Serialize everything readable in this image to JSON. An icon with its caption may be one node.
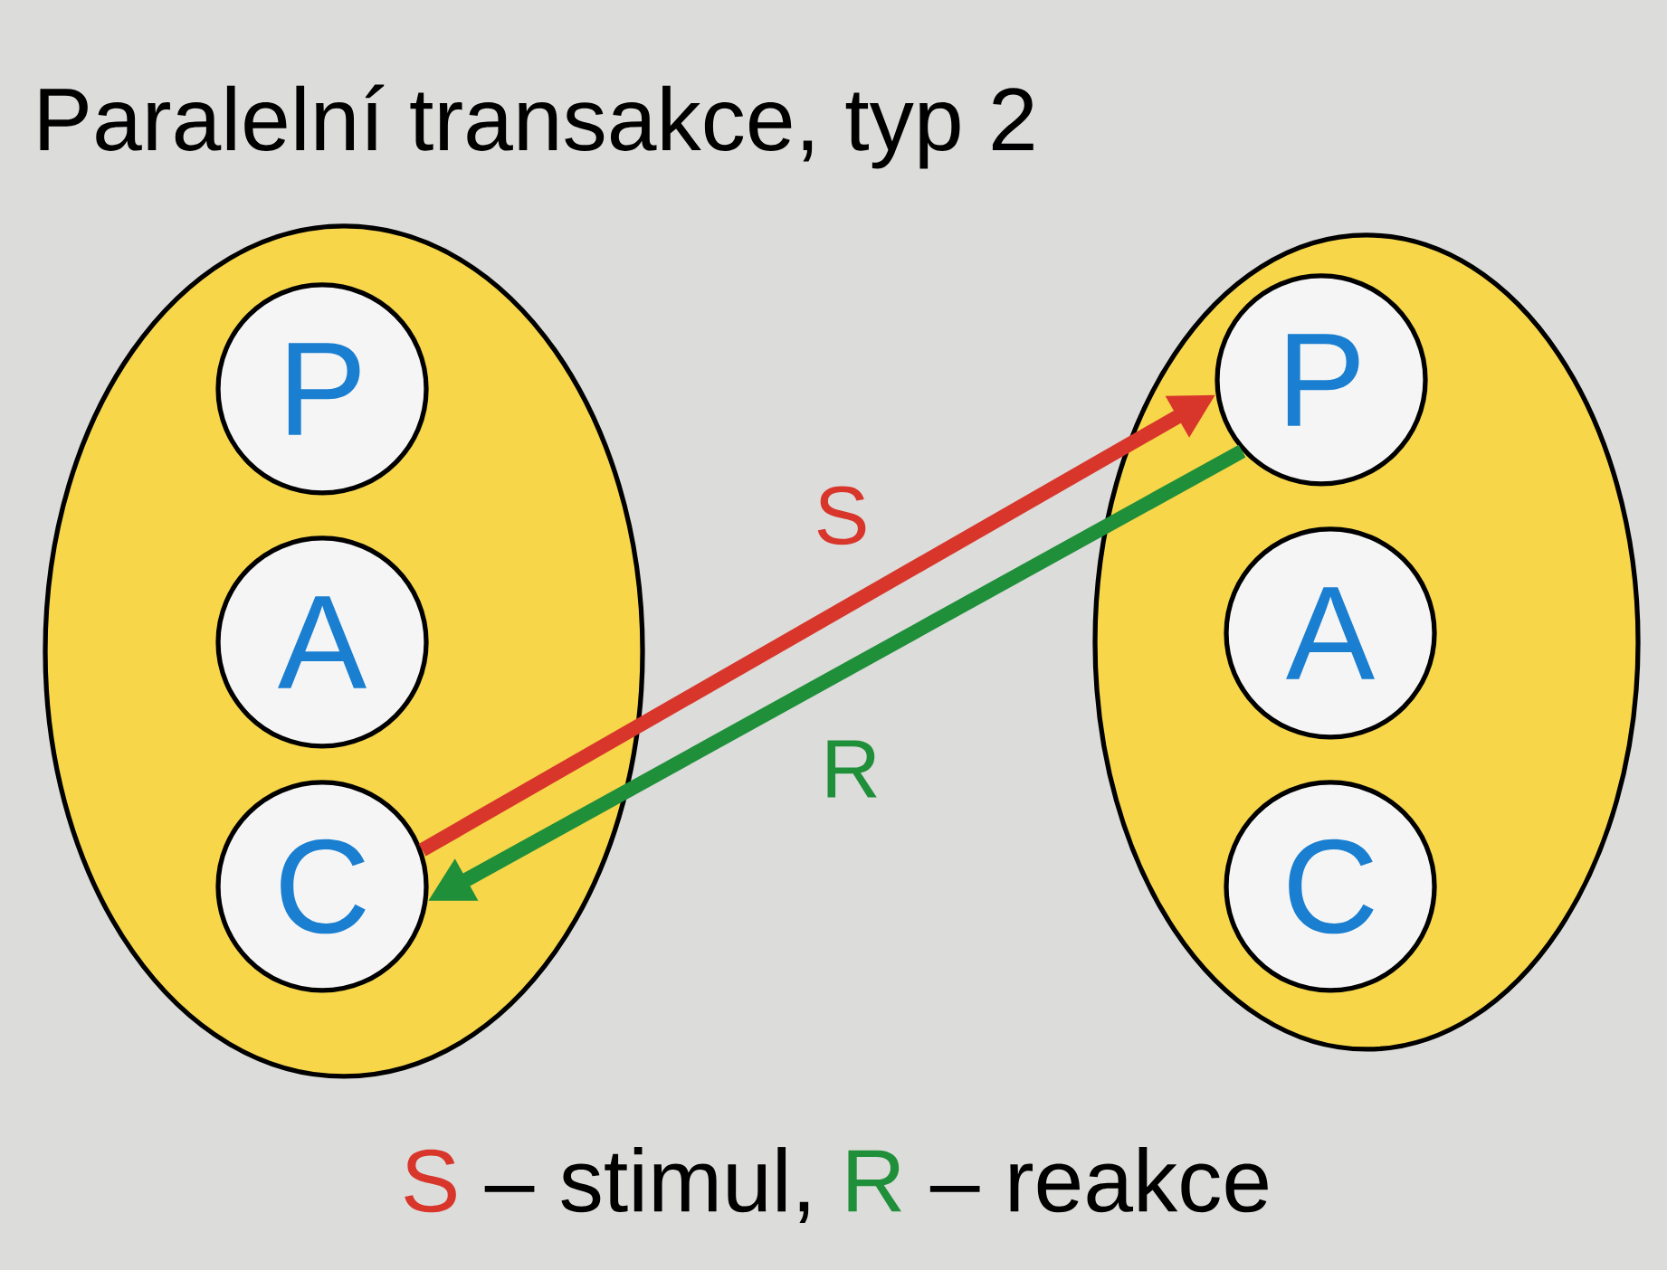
{
  "diagram": {
    "title": "Paralelní transakce, typ 2",
    "nodes": [
      {
        "text": [],
        "shape": "ellipse"
      },
      {
        "text": [
          "P"
        ],
        "in": 0
      },
      {
        "text": [
          "A"
        ],
        "in": 0
      },
      {
        "text": [
          "C"
        ],
        "in": 0
      },
      {
        "text": [],
        "shape": "ellipse"
      },
      {
        "text": [
          "P"
        ],
        "in": 4
      },
      {
        "text": [
          "A"
        ],
        "in": 4
      },
      {
        "text": [
          "C"
        ],
        "in": 4
      }
    ],
    "edges": [
      {
        "from": 3,
        "to": 5,
        "arrow": "to",
        "label": "S",
        "color": "#d8362b"
      },
      {
        "from": 5,
        "to": 3,
        "arrow": "to",
        "label": "R",
        "color": "#1f8f3a"
      }
    ],
    "labels": [
      "S",
      "– stimul,",
      "R",
      "– reakce"
    ]
  }
}
